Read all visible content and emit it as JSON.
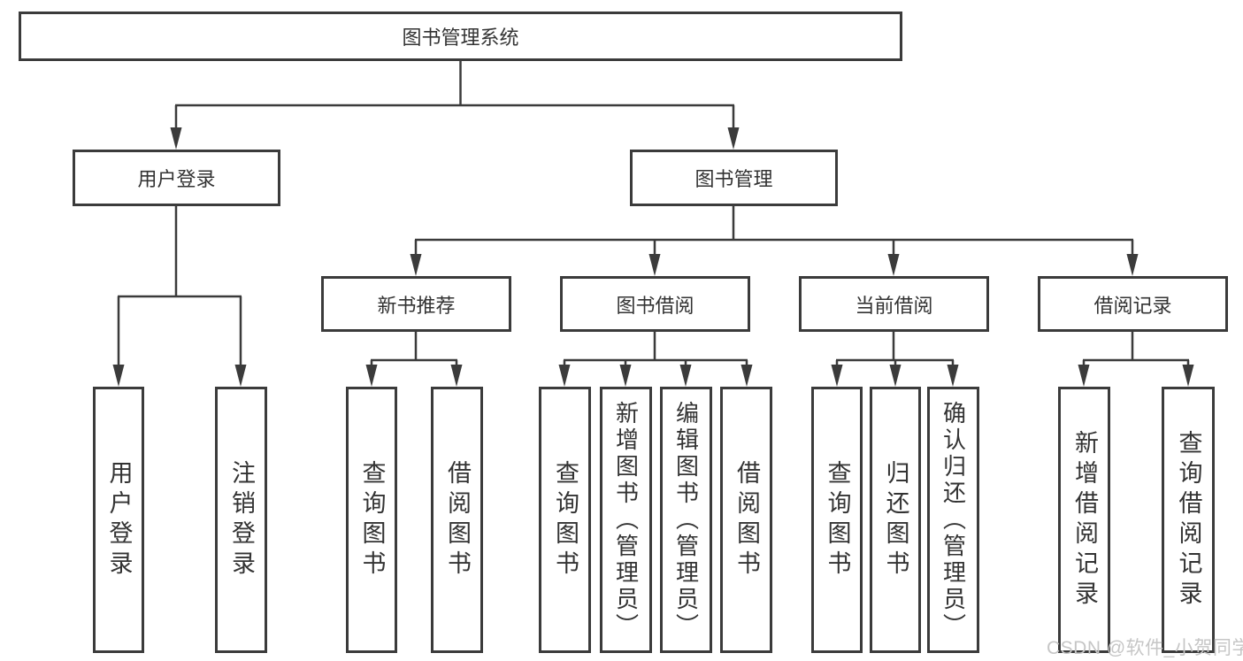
{
  "diagram": {
    "root": {
      "label": "图书管理系统"
    },
    "branches": [
      {
        "label": "用户登录",
        "children": [
          {
            "label": "用户登录"
          },
          {
            "label": "注销登录"
          }
        ]
      },
      {
        "label": "图书管理",
        "groups": [
          {
            "label": "新书推荐",
            "children": [
              {
                "label": "查询图书"
              },
              {
                "label": "借阅图书"
              }
            ]
          },
          {
            "label": "图书借阅",
            "children": [
              {
                "label": "查询图书"
              },
              {
                "label": "新增图书（管理员）"
              },
              {
                "label": "编辑图书（管理员）"
              },
              {
                "label": "借阅图书"
              }
            ]
          },
          {
            "label": "当前借阅",
            "children": [
              {
                "label": "查询图书"
              },
              {
                "label": "归还图书"
              },
              {
                "label": "确认归还（管理员）"
              }
            ]
          },
          {
            "label": "借阅记录",
            "children": [
              {
                "label": "新增借阅记录"
              },
              {
                "label": "查询借阅记录"
              }
            ]
          }
        ]
      }
    ]
  },
  "watermark": {
    "text": "CSDN @软件_小贺同学"
  },
  "colors": {
    "line": "#3b3b3b",
    "text": "#333333",
    "watermark": "#c6c6c6",
    "background": "#ffffff"
  }
}
